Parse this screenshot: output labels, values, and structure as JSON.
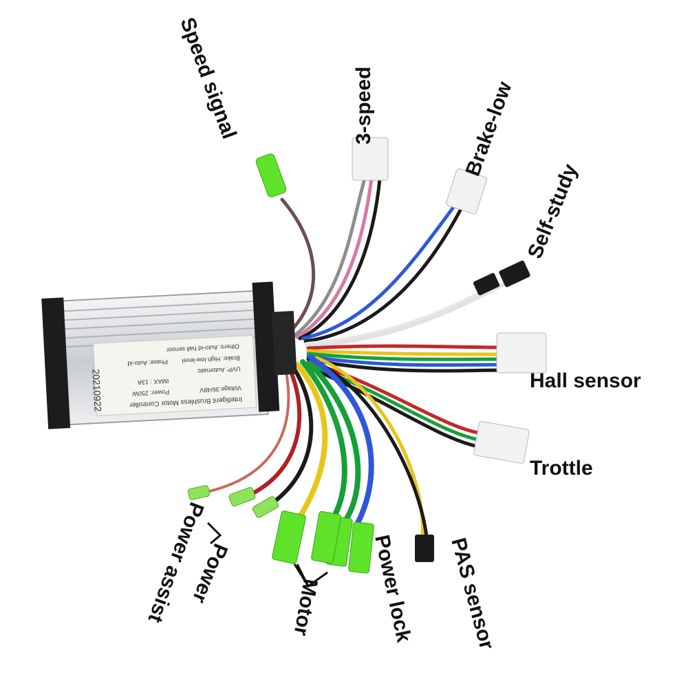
{
  "labels": {
    "speed_signal": "Speed signal",
    "three_speed": "3-speed",
    "brake_low": "Brake-low",
    "self_study": "Self-study",
    "hall_sensor": "Hall sensor",
    "trottle": "Trottle",
    "pas_sensor": "PAS sensor",
    "power_lock": "Power lock",
    "motor": "Motor",
    "power": "Power",
    "power_assist": "Power assist"
  },
  "sticker": {
    "title": "Intelligent Brushless Motor Controller",
    "voltage": "Voltage:36/48V",
    "power": "Power: 250W",
    "imax": "IMAX : 13A",
    "uvp": "UVP: Automatic",
    "brake": "Brake: High low-level",
    "phase": "Phase: Auto-id",
    "others": "Others: Auto-id hall sensor",
    "serial": "20210922"
  },
  "colors": {
    "connector_green": "#5fe22a",
    "connector_white": "#f2f2f2",
    "housing": "#d9dcdf",
    "wire_red": "#c4282c",
    "wire_yellow": "#e8c51b",
    "wire_green": "#16a03a",
    "wire_blue": "#2e58d8",
    "wire_black": "#1a1a1a"
  }
}
